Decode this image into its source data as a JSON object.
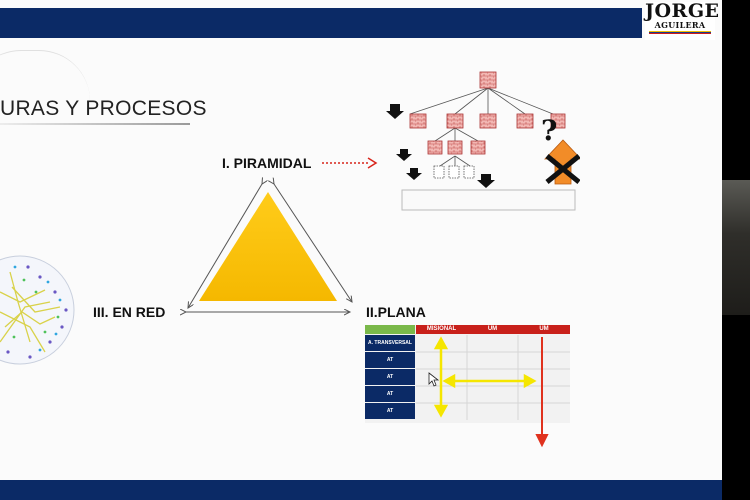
{
  "logo": {
    "name": "JORGE",
    "surname": "AGUILERA"
  },
  "slide": {
    "title": "URAS Y PROCESOS"
  },
  "labels": {
    "piramidal": "I. PIRAMIDAL",
    "plana": "II.PLANA",
    "en_red": "III. EN RED"
  },
  "org_chart": {
    "question_mark": "?"
  },
  "matrix": {
    "columns": [
      "MISIONAL",
      "UM",
      "UM"
    ],
    "rows": [
      "A. TRANSVERSAL",
      "AT",
      "AT",
      "AT",
      "AT"
    ]
  },
  "colors": {
    "brand_navy": "#0b2a66",
    "triangle_fill": "#ffc000",
    "arrow_red": "#e0321e",
    "arrow_yellow": "#f5e600",
    "org_box": "#f2b7b3",
    "matrix_red": "#c8201a",
    "matrix_green": "#7ab84a"
  }
}
